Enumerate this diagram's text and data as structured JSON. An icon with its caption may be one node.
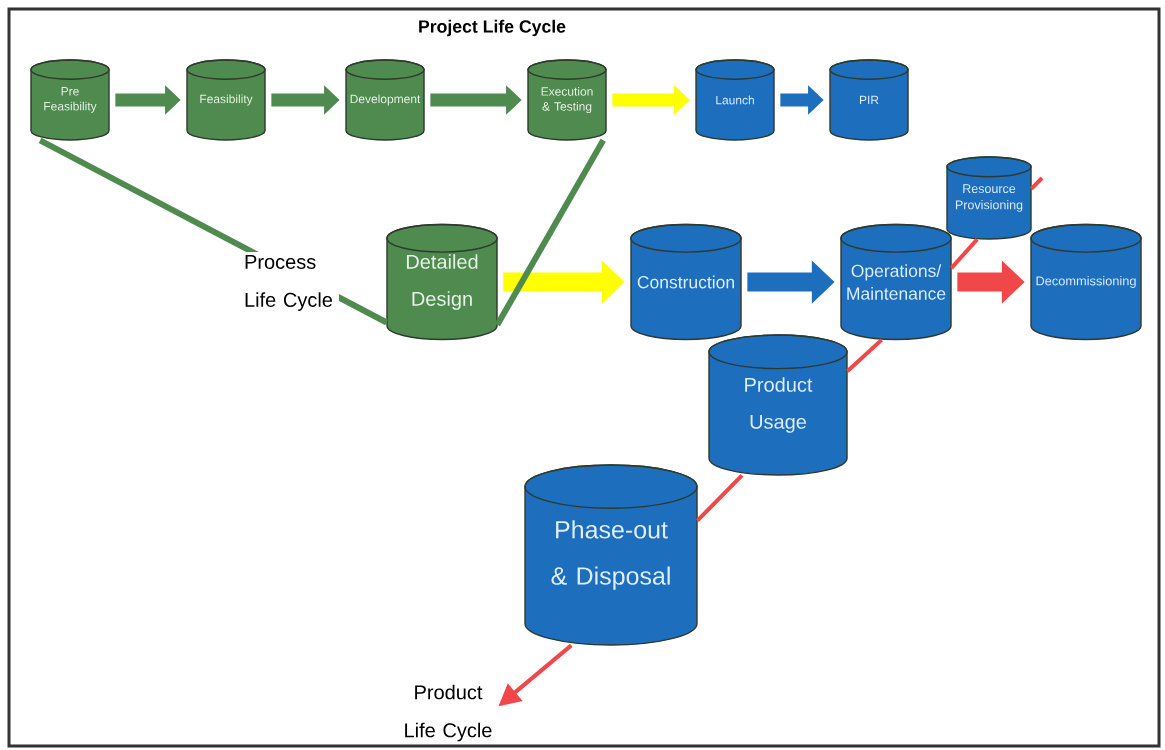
{
  "diagram": {
    "title": "Project Life Cycle",
    "nodes": [
      {
        "text": [
          "Pre Feasibility"
        ]
      },
      {
        "text": [
          "Feasibility"
        ]
      },
      {
        "text": [
          "Development"
        ]
      },
      {
        "text": [
          "Execution & Testing"
        ]
      },
      {
        "text": [
          "Launch"
        ]
      },
      {
        "text": [
          "PIR"
        ]
      },
      {
        "text": [
          "Detailed Design"
        ]
      },
      {
        "text": [
          "Construction"
        ]
      },
      {
        "text": [
          "Operations/ Maintenance"
        ]
      },
      {
        "text": [
          "Resource Provisioning"
        ]
      },
      {
        "text": [
          "Decommissioning"
        ]
      },
      {
        "text": [
          "Product Usage"
        ]
      },
      {
        "text": [
          "Phase-out & Disposal"
        ]
      },
      {
        "text": [
          "Product Life Cycle"
        ]
      }
    ],
    "edges": [
      {
        "from": 0,
        "to": 1,
        "arrow": "to",
        "color": "#4f8a4f"
      },
      {
        "from": 1,
        "to": 2,
        "arrow": "to",
        "color": "#4f8a4f"
      },
      {
        "from": 2,
        "to": 3,
        "arrow": "to",
        "color": "#4f8a4f"
      },
      {
        "from": 3,
        "to": 4,
        "arrow": "to",
        "color": "#ffff00"
      },
      {
        "from": 4,
        "to": 5,
        "arrow": "to",
        "color": "#1e6ebe"
      },
      {
        "from": 6,
        "to": 7,
        "arrow": "to",
        "color": "#ffff00"
      },
      {
        "from": 7,
        "to": 8,
        "arrow": "to",
        "color": "#1e6ebe"
      },
      {
        "from": 8,
        "to": 10,
        "arrow": "to",
        "color": "#f04848"
      },
      {
        "from": 0,
        "to": 6,
        "arrow": "none",
        "label": "Process Life Cycle",
        "color": "#4f8a4f"
      },
      {
        "from": 3,
        "to": 6,
        "arrow": "none",
        "color": "#4f8a4f"
      },
      {
        "from": null,
        "to": 9,
        "arrow": "none",
        "color": "#f04848"
      },
      {
        "from": 9,
        "to": 8,
        "arrow": "none",
        "color": "#f04848"
      },
      {
        "from": 8,
        "to": 11,
        "arrow": "none",
        "color": "#f04848"
      },
      {
        "from": 11,
        "to": 12,
        "arrow": "none",
        "color": "#f04848"
      },
      {
        "from": 12,
        "to": 13,
        "arrow": "to",
        "color": "#f04848"
      }
    ]
  }
}
